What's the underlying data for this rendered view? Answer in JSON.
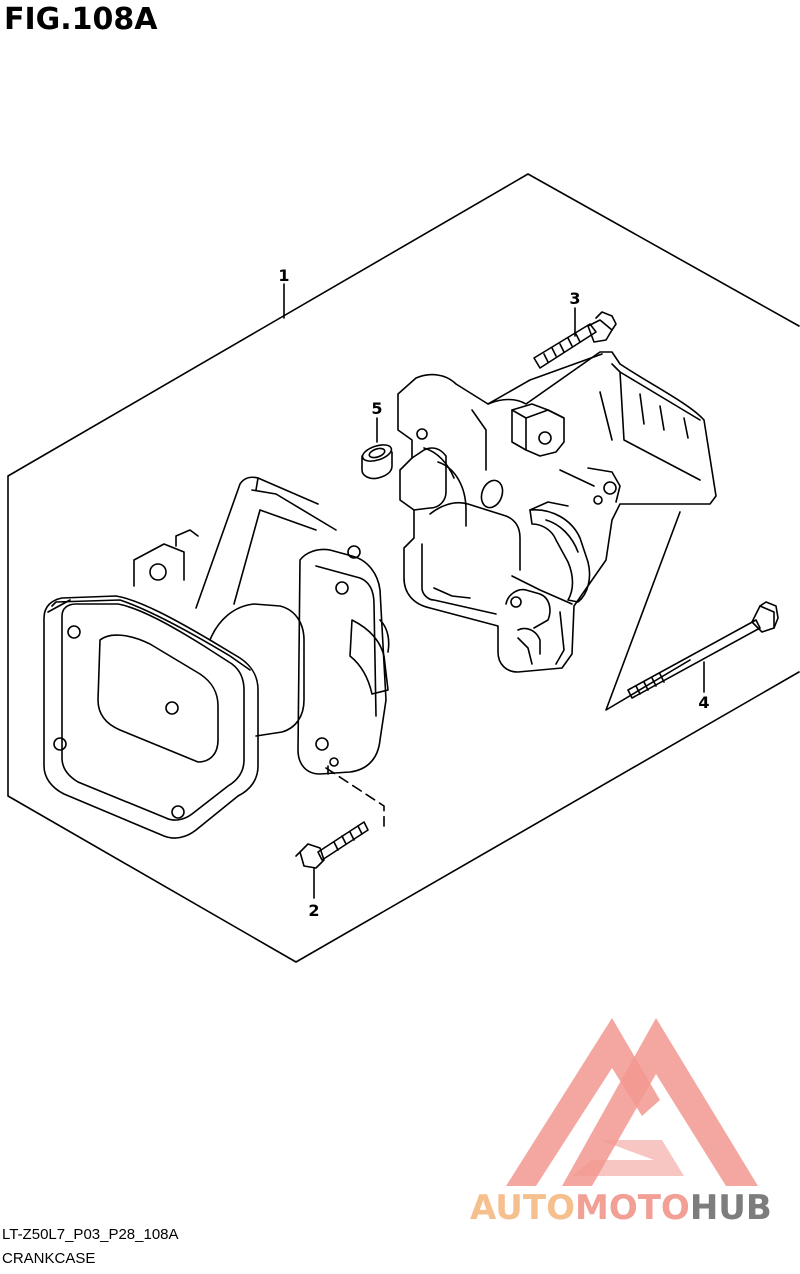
{
  "figure": {
    "title": "FIG.108A"
  },
  "callouts": {
    "c1": "1",
    "c2": "2",
    "c3": "3",
    "c4": "4",
    "c5": "5"
  },
  "footer": {
    "code": "LT-Z50L7_P03_P28_108A",
    "caption": "CRANKCASE"
  },
  "watermark": {
    "part1": "AUTO",
    "part2": "MOTO",
    "part3": "HUB",
    "colors": {
      "auto": "#f6bf8e",
      "moto": "#f29f96",
      "hub": "#7d7d7d",
      "logo": "#f08a80"
    }
  }
}
